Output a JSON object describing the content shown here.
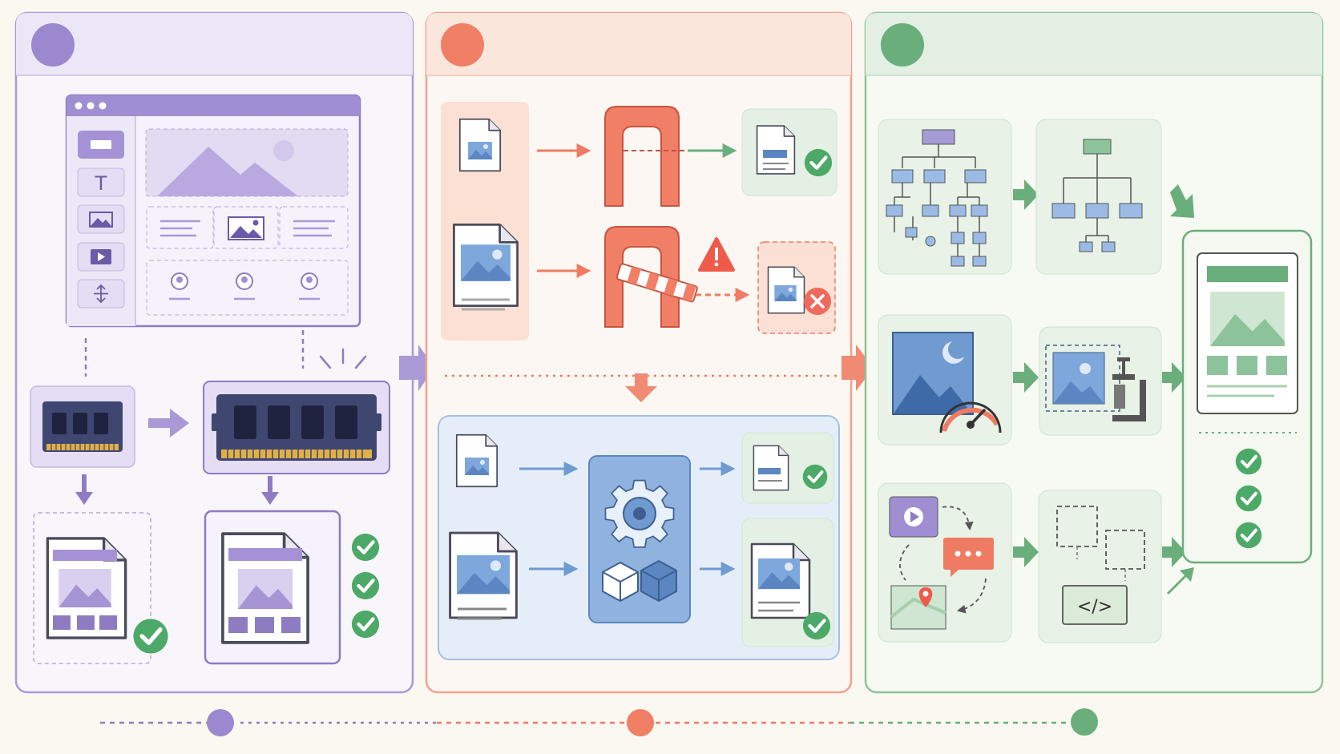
{
  "colors": {
    "background": "#fbf8f1",
    "purple": "#8e7cc3",
    "purple_light": "#e6e0f4",
    "coral": "#ef7b62",
    "coral_light": "#fbe3da",
    "green": "#6aae7c",
    "green_light": "#e2f0e3",
    "blue": "#6f9bd1",
    "blue_light": "#e4eef8",
    "check": "#4da968",
    "error": "#ef6a5a"
  },
  "panels": [
    {
      "id": "panel-1",
      "accent": "purple",
      "marker": "purple-circle"
    },
    {
      "id": "panel-2",
      "accent": "coral",
      "marker": "coral-circle"
    },
    {
      "id": "panel-3",
      "accent": "green",
      "marker": "green-circle"
    }
  ],
  "editor": {
    "toolbox": [
      "rectangle-icon",
      "text-icon",
      "image-icon",
      "video-icon",
      "spacer-icon"
    ],
    "text_tool_glyph": "T"
  },
  "progress_line": {
    "steps": [
      "purple",
      "coral",
      "green"
    ]
  },
  "icons": {
    "warning": "warning-icon",
    "error": "error-x-icon",
    "check": "check-icon",
    "gear": "gear-icon",
    "cubes": "cubes-icon",
    "gauge": "speed-gauge-icon",
    "clamp": "compress-clamp-icon",
    "code": "code-icon",
    "video": "video-icon",
    "chat": "chat-icon",
    "map": "map-pin-icon"
  },
  "code_glyph": "</>",
  "chat_glyph": "•••"
}
